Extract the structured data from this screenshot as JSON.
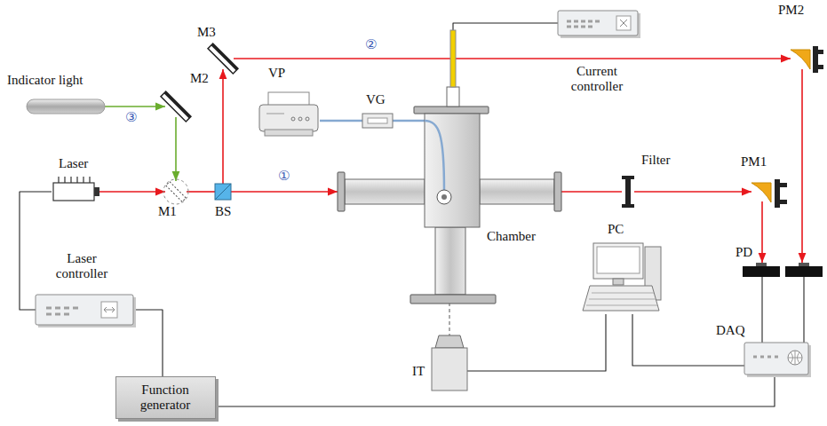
{
  "diagram": {
    "nodes": [
      {
        "text": [
          "Indicator light"
        ]
      },
      {
        "text": [
          "Laser"
        ]
      },
      {
        "text": [
          "M2"
        ]
      },
      {
        "text": [
          "M1"
        ]
      },
      {
        "text": [
          "BS"
        ]
      },
      {
        "text": [
          "M3"
        ]
      },
      {
        "text": [
          "VP"
        ]
      },
      {
        "text": [
          "VG"
        ]
      },
      {
        "text": [
          "Current controller"
        ]
      },
      {
        "text": [
          "Chamber"
        ]
      },
      {
        "text": [
          "Filter"
        ]
      },
      {
        "text": [
          "PM2"
        ]
      },
      {
        "text": [
          "PM1"
        ]
      },
      {
        "text": [
          "PD"
        ]
      },
      {
        "text": [
          "PC"
        ]
      },
      {
        "text": [
          "IT"
        ]
      },
      {
        "text": [
          "Laser controller"
        ]
      },
      {
        "text": [
          "DAQ"
        ]
      },
      {
        "text": [
          "Function generator"
        ]
      }
    ],
    "edges": [
      {
        "from": 0,
        "to": 2,
        "arrow": "to",
        "label": "③"
      },
      {
        "from": 2,
        "to": 3,
        "arrow": "to"
      },
      {
        "from": 1,
        "to": 3,
        "arrow": "to"
      },
      {
        "from": 3,
        "to": 4,
        "arrow": "none"
      },
      {
        "from": 4,
        "to": 5,
        "arrow": "to"
      },
      {
        "from": 4,
        "to": 9,
        "arrow": "to",
        "label": "①"
      },
      {
        "from": 5,
        "to": 11,
        "arrow": "to",
        "label": "②"
      },
      {
        "from": 11,
        "to": 13,
        "arrow": "to"
      },
      {
        "from": 9,
        "to": 10,
        "arrow": "none"
      },
      {
        "from": 10,
        "to": 12,
        "arrow": "to"
      },
      {
        "from": 12,
        "to": 13,
        "arrow": "to"
      },
      {
        "from": 1,
        "to": 16,
        "arrow": "none"
      },
      {
        "from": 16,
        "to": 18,
        "arrow": "none"
      },
      {
        "from": 18,
        "to": 17,
        "arrow": "none"
      },
      {
        "from": 13,
        "to": 17,
        "arrow": "none"
      },
      {
        "from": 13,
        "to": 17,
        "arrow": "none"
      },
      {
        "from": 14,
        "to": 17,
        "arrow": "none"
      },
      {
        "from": 15,
        "to": 14,
        "arrow": "none"
      },
      {
        "from": 6,
        "to": 7,
        "arrow": "none"
      },
      {
        "from": 7,
        "to": 9,
        "arrow": "none"
      },
      {
        "from": 9,
        "to": 8,
        "arrow": "none"
      },
      {
        "from": 9,
        "to": 15,
        "arrow": "none"
      }
    ]
  }
}
